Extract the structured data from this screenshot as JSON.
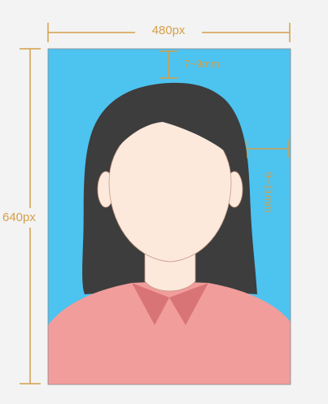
{
  "dimensions": {
    "width_label": "480px",
    "height_label": "640px",
    "top_margin_label": "7~9mm",
    "side_margin_label": "9~11mm"
  },
  "colors": {
    "page_background": "#f3f3f3",
    "photo_background": "#4dc3f0",
    "hair": "#3d3d3d",
    "skin": "#fce9dc",
    "skin_shadow": "#f6d8c4",
    "shirt": "#f19d9b",
    "collar": "#d97476",
    "dimension_lines": "#d4a04a",
    "outline": "#b89080"
  }
}
